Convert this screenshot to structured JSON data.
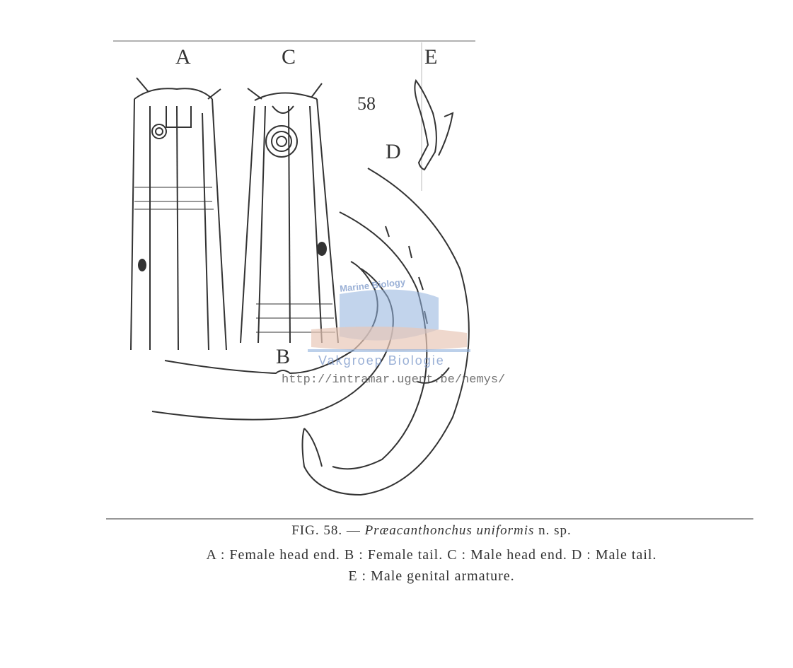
{
  "panels": {
    "a": "A",
    "b": "B",
    "c": "C",
    "d": "D",
    "e": "E"
  },
  "figure_number": "58",
  "watermark": {
    "line1": "Marine Biology",
    "line2": "Vakgroep Biologie",
    "url": "http://intramar.ugent.be/nemys/"
  },
  "caption": {
    "prefix": "FIG. 58. —",
    "species": "Præacanthonchus uniformis",
    "suffix": "n. sp.",
    "line1": "A : Female head end.   B : Female tail.   C : Male head end.   D : Male tail.",
    "line2": "E : Male genital armature."
  },
  "colors": {
    "ink": "#333333",
    "watermark_blue": "#8fb0dc",
    "watermark_sand": "#e8c8b8"
  }
}
